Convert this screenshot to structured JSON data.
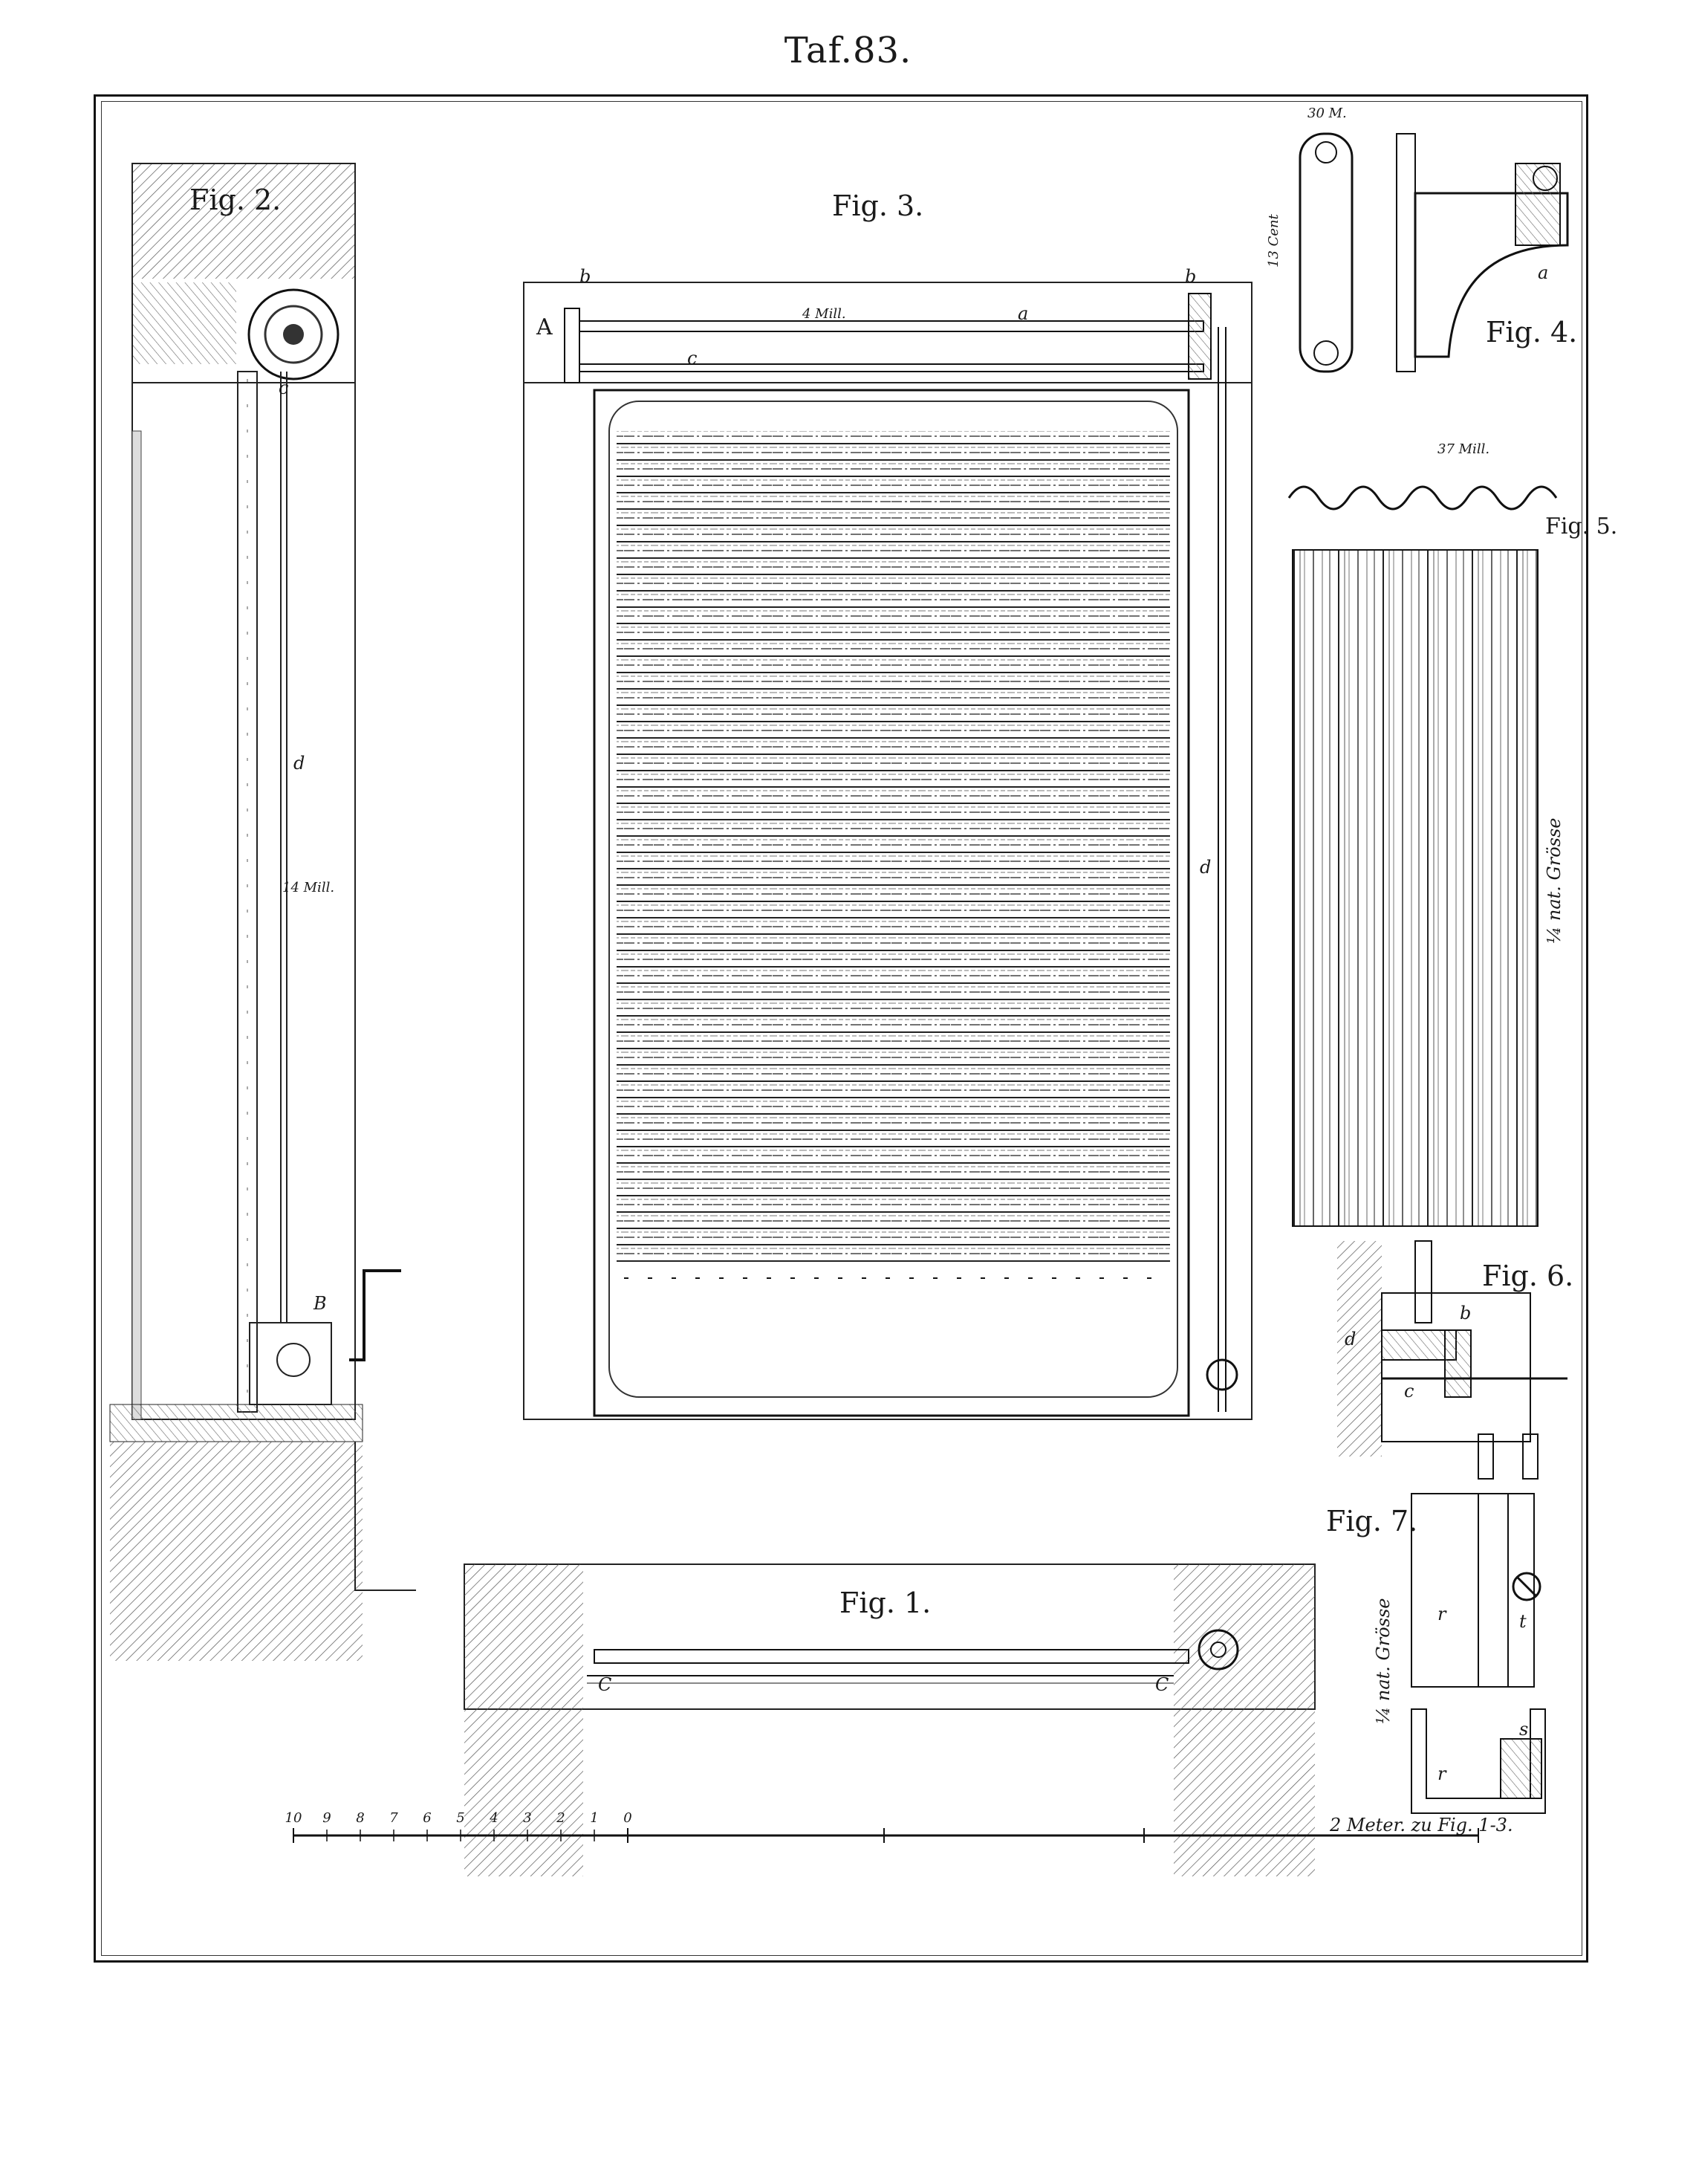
{
  "plate": {
    "title": "Taf.83."
  },
  "figures": {
    "fig1": "Fig. 1.",
    "fig2": "Fig. 2.",
    "fig3": "Fig. 3.",
    "fig4": "Fig. 4.",
    "fig5": "Fig.\n5.",
    "fig6": "Fig. 6.",
    "fig7": "Fig. 7."
  },
  "labels": {
    "a": "a",
    "b": "b",
    "c": "c",
    "d": "d",
    "A": "A",
    "B": "B",
    "C": "C",
    "r": "r",
    "s": "s",
    "t": "t",
    "mill4": "4 Mill.",
    "mill14": "14 Mill.",
    "mill37": "37 Mill.",
    "cent13": "13 Cent",
    "mill30": "30 M.",
    "quarter_nat_a": "¼ nat. Grösse",
    "quarter_nat_b": "¼ nat. Grösse"
  },
  "scale": {
    "ticks": [
      "10",
      "9",
      "8",
      "7",
      "6",
      "5",
      "4",
      "3",
      "2",
      "1",
      "0"
    ],
    "caption": "2 Meter. zu Fig. 1-3."
  }
}
